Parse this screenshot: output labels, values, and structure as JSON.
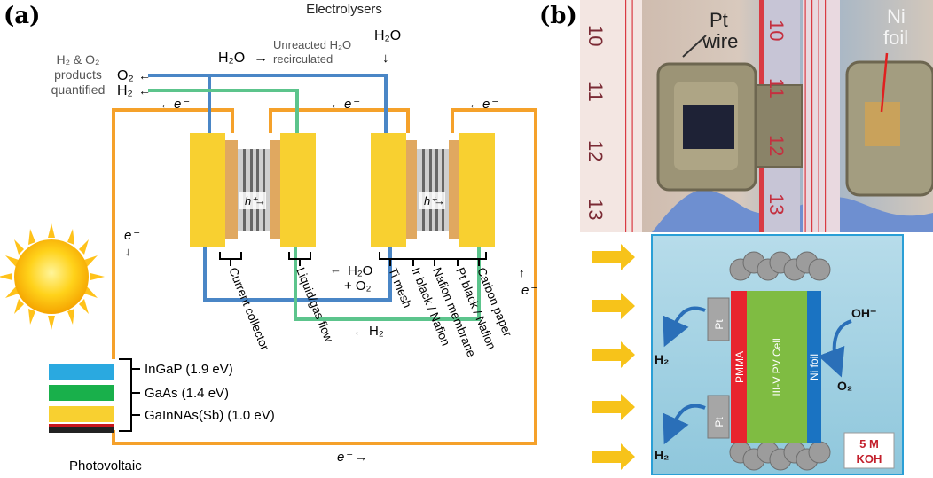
{
  "panel_a": {
    "label": "(a)",
    "electrolysers_title": "Electrolysers",
    "h2o_in": "H₂O",
    "h2o_feed": "H₂O",
    "feed_arrow": "→",
    "unreacted_line1": "Unreacted H₂O",
    "unreacted_line2": "recirculated",
    "products_line1": "H₂ & O₂",
    "products_line2": "products",
    "products_line3": "quantified",
    "o2_out": "O₂",
    "h2_out": "H₂",
    "electron": "e⁻",
    "proton": "h⁺",
    "h2o_o2_line1": "H₂O",
    "h2o_o2_line2": "+ O₂",
    "h2_return": "H₂",
    "component_labels": [
      "Current collector",
      "Liquid/gas flow",
      "Ti mesh",
      "Ir black / Nafion",
      "Nafion membrane",
      "Pt black / Nafion",
      "Carbon paper"
    ],
    "pv_layers": [
      "InGaP (1.9 eV)",
      "GaAs (1.4 eV)",
      "GaInNAs(Sb) (1.0 eV)"
    ],
    "photovoltaic": "Photovoltaic",
    "colors": {
      "wire_orange": "#f5a12a",
      "o2_line": "#4a86c6",
      "h2_line": "#5cc48c",
      "electrode_yellow": "#f8d030",
      "layer_tan": "#e0a860",
      "layer_blue": "#2aa9e0",
      "layer_green": "#19b04b",
      "layer_yellow": "#f8d030"
    }
  },
  "panel_b": {
    "label": "(b)",
    "pt_wire_line1": "Pt",
    "pt_wire_line2": "wire",
    "ni_foil_line1": "Ni",
    "ni_foil_line2": "foil",
    "ruler_numbers_left": [
      "10",
      "11",
      "12",
      "13"
    ],
    "ruler_numbers_right": [
      "10",
      "11",
      "12",
      "13"
    ],
    "pt_top": "Pt",
    "pt_bottom": "Pt",
    "pmma": "PMMA",
    "pv_cell": "III-V PV Cell",
    "ni_foil_label": "Ni foil",
    "h2_top": "H₂",
    "h2_bottom": "H₂",
    "oh": "OH⁻",
    "o2": "O₂",
    "electrolyte_line1": "5 M",
    "electrolyte_line2": "KOH"
  }
}
